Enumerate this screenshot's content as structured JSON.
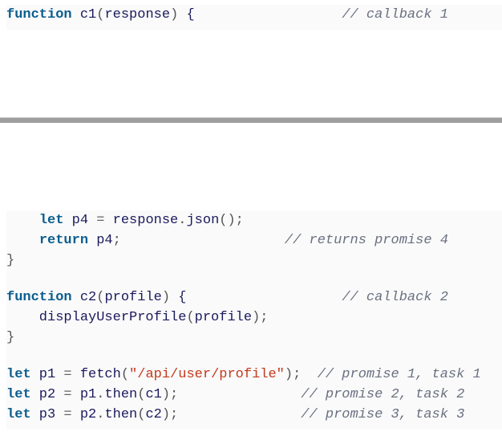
{
  "top": [
    [
      [
        "kw",
        "function"
      ],
      [
        "id",
        " c1"
      ],
      [
        "pn",
        "("
      ],
      [
        "id",
        "response"
      ],
      [
        "pn",
        ")"
      ],
      [
        "id",
        " {                  "
      ],
      [
        "cm",
        "// callback 1"
      ]
    ]
  ],
  "bottom": [
    [
      [
        "id",
        "    "
      ],
      [
        "kw",
        "let"
      ],
      [
        "id",
        " p4 "
      ],
      [
        "op",
        "="
      ],
      [
        "id",
        " response"
      ],
      [
        "pn",
        "."
      ],
      [
        "id",
        "json"
      ],
      [
        "pn",
        "();"
      ]
    ],
    [
      [
        "id",
        "    "
      ],
      [
        "kw",
        "return"
      ],
      [
        "id",
        " p4"
      ],
      [
        "pn",
        ";"
      ],
      [
        "id",
        "                    "
      ],
      [
        "cm",
        "// returns promise 4"
      ]
    ],
    [
      [
        "pn",
        "}"
      ]
    ],
    "gap",
    [
      [
        "kw",
        "function"
      ],
      [
        "id",
        " c2"
      ],
      [
        "pn",
        "("
      ],
      [
        "id",
        "profile"
      ],
      [
        "pn",
        ")"
      ],
      [
        "id",
        " {                   "
      ],
      [
        "cm",
        "// callback 2"
      ]
    ],
    [
      [
        "id",
        "    displayUserProfile"
      ],
      [
        "pn",
        "("
      ],
      [
        "id",
        "profile"
      ],
      [
        "pn",
        ");"
      ]
    ],
    [
      [
        "pn",
        "}"
      ]
    ],
    "gap",
    [
      [
        "kw",
        "let"
      ],
      [
        "id",
        " p1 "
      ],
      [
        "op",
        "="
      ],
      [
        "id",
        " fetch"
      ],
      [
        "pn",
        "("
      ],
      [
        "str",
        "\"/api/user/profile\""
      ],
      [
        "pn",
        ");"
      ],
      [
        "id",
        "  "
      ],
      [
        "cm",
        "// promise 1, task 1"
      ]
    ],
    [
      [
        "kw",
        "let"
      ],
      [
        "id",
        " p2 "
      ],
      [
        "op",
        "="
      ],
      [
        "id",
        " p1"
      ],
      [
        "pn",
        "."
      ],
      [
        "id",
        "then"
      ],
      [
        "pn",
        "("
      ],
      [
        "id",
        "c1"
      ],
      [
        "pn",
        ");"
      ],
      [
        "id",
        "               "
      ],
      [
        "cm",
        "// promise 2, task 2"
      ]
    ],
    [
      [
        "kw",
        "let"
      ],
      [
        "id",
        " p3 "
      ],
      [
        "op",
        "="
      ],
      [
        "id",
        " p2"
      ],
      [
        "pn",
        "."
      ],
      [
        "id",
        "then"
      ],
      [
        "pn",
        "("
      ],
      [
        "id",
        "c2"
      ],
      [
        "pn",
        ");"
      ],
      [
        "id",
        "               "
      ],
      [
        "cm",
        "// promise 3, task 3"
      ]
    ]
  ]
}
